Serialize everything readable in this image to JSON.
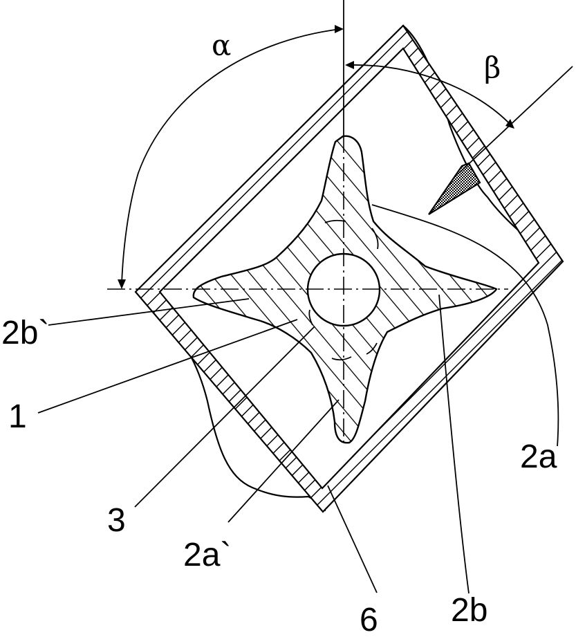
{
  "figure": {
    "labels": {
      "alpha": "α",
      "beta": "β",
      "l_2b_prime": "2b`",
      "l_1": "1",
      "l_3": "3",
      "l_2a_prime": "2a`",
      "l_6": "6",
      "l_2b": "2b",
      "l_2a": "2a"
    }
  }
}
